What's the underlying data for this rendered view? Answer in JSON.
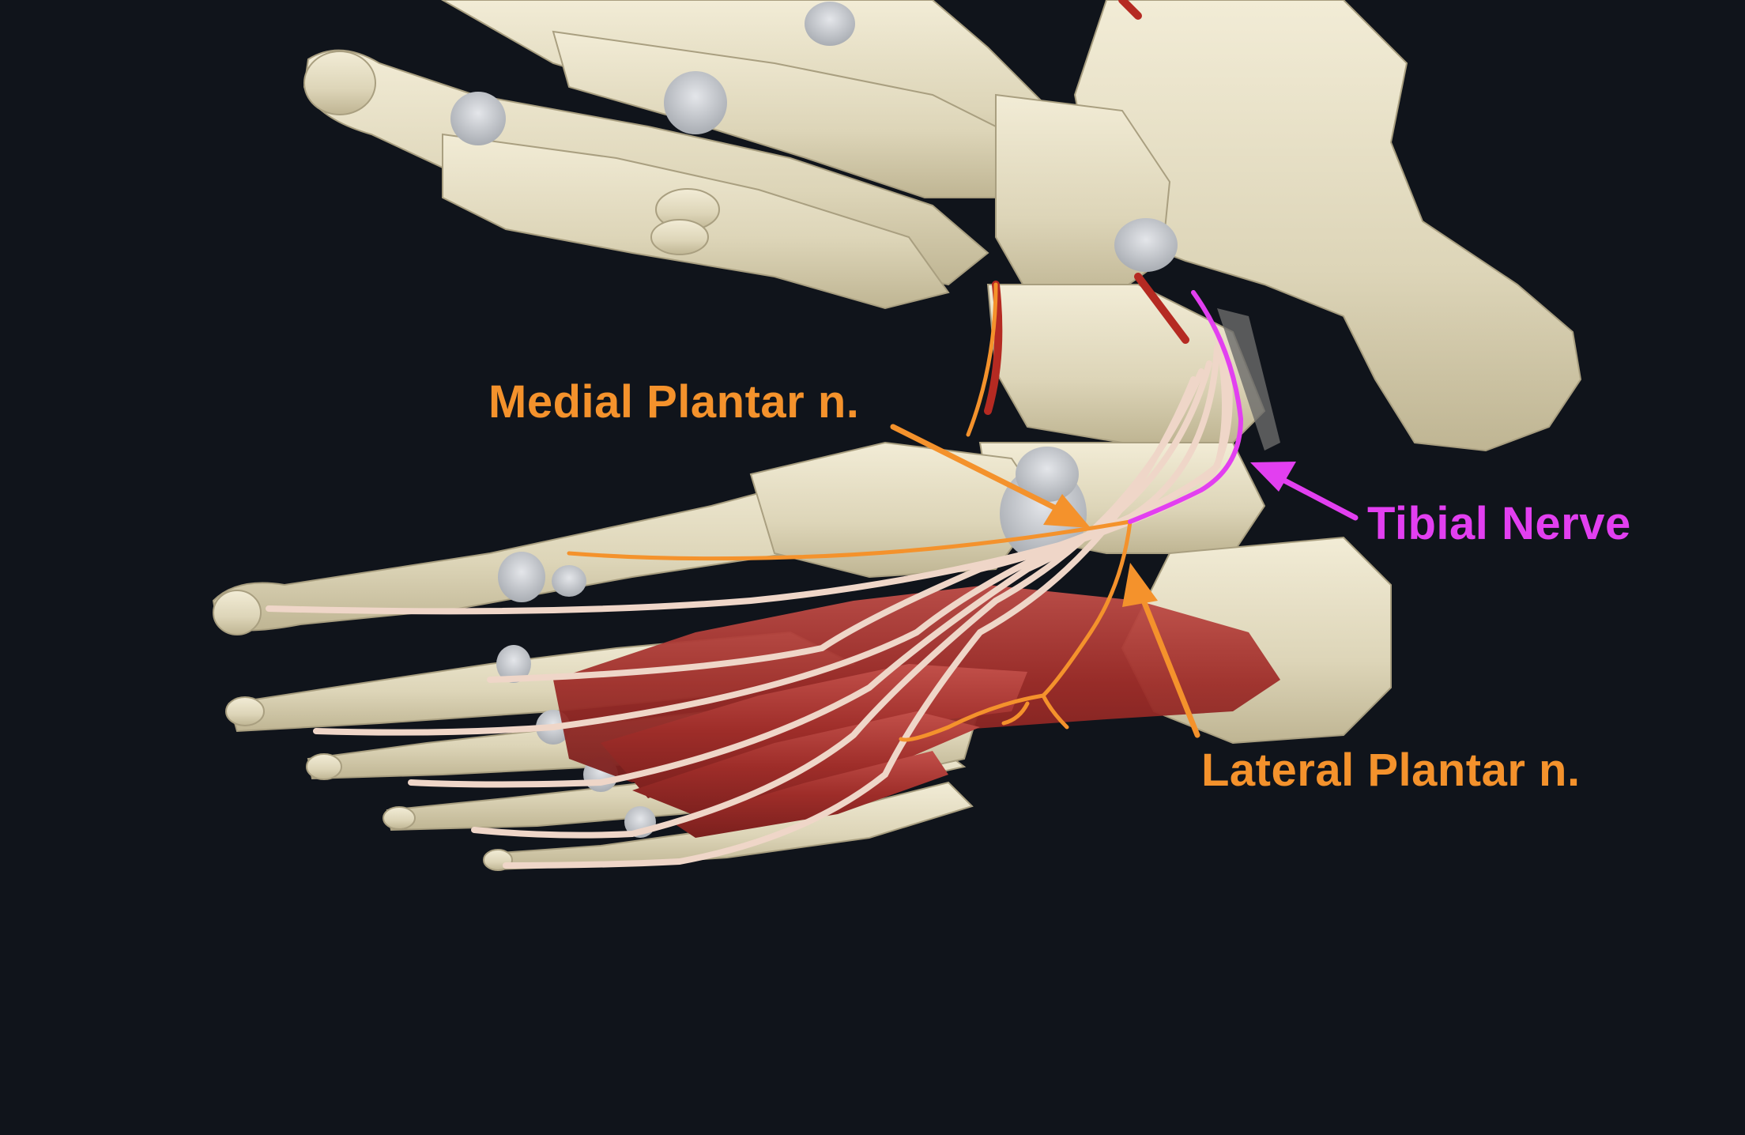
{
  "labels": {
    "medial_plantar": "Medial Plantar n.",
    "tibial_nerve": "Tibial Nerve",
    "lateral_plantar": "Lateral Plantar n."
  },
  "colors": {
    "background": "#10141b",
    "bone": "#e6dfc6",
    "cartilage": "#c9ccd0",
    "muscle": "#a8332d",
    "nerve": "#efd6c8",
    "orange_label": "#f4922c",
    "tibial_highlight": "#e23ff0"
  }
}
